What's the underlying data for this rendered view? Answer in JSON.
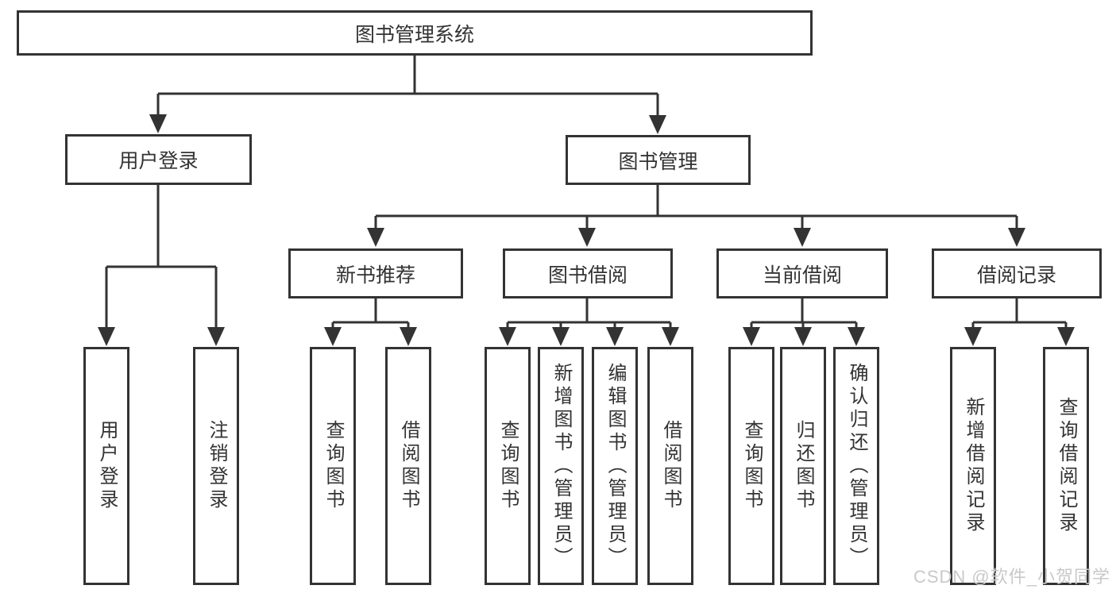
{
  "tree": {
    "label": "图书管理系统",
    "children": [
      {
        "label": "用户登录",
        "children": [
          {
            "label": "用户登录"
          },
          {
            "label": "注销登录"
          }
        ]
      },
      {
        "label": "图书管理",
        "children": [
          {
            "label": "新书推荐",
            "children": [
              {
                "label": "查询图书"
              },
              {
                "label": "借阅图书"
              }
            ]
          },
          {
            "label": "图书借阅",
            "children": [
              {
                "label": "查询图书"
              },
              {
                "label": "新增图书（管理员）"
              },
              {
                "label": "编辑图书（管理员）"
              },
              {
                "label": "借阅图书"
              }
            ]
          },
          {
            "label": "当前借阅",
            "children": [
              {
                "label": "查询图书"
              },
              {
                "label": "归还图书"
              },
              {
                "label": "确认归还（管理员）"
              }
            ]
          },
          {
            "label": "借阅记录",
            "children": [
              {
                "label": "新增借阅记录"
              },
              {
                "label": "查询借阅记录"
              }
            ]
          }
        ]
      }
    ]
  },
  "watermark": "CSDN @软件_小贺同学",
  "colors": {
    "line": "#333333",
    "text": "#333333",
    "box_background": "#ffffff",
    "page_background": "#ffffff",
    "watermark": "#c9c9c9"
  }
}
